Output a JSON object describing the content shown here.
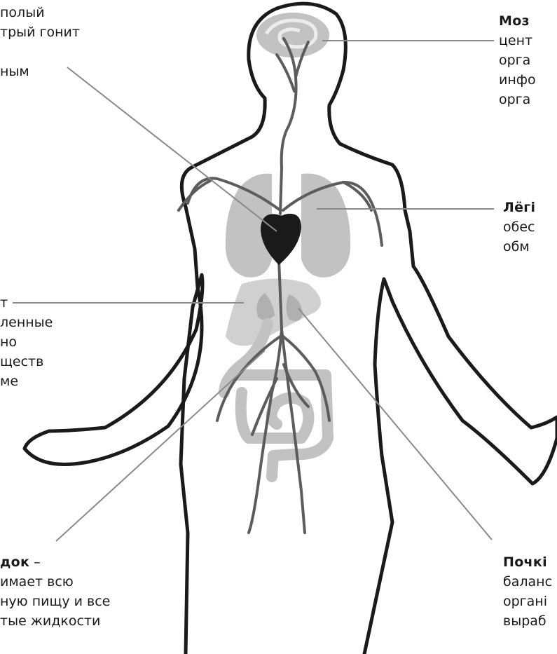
{
  "labels": {
    "heart": {
      "lines": [
        "полый",
        "трый гонит",
        "",
        "ным"
      ]
    },
    "brain": {
      "title": "Моз",
      "lines": [
        "цент",
        "орга",
        "инфо",
        "орга"
      ]
    },
    "lungs": {
      "title": "Лёгі",
      "lines": [
        "обес",
        "обм"
      ]
    },
    "liver": {
      "lines": [
        "т",
        "ленные",
        "но",
        "ществ",
        "ме"
      ]
    },
    "stomach": {
      "title": "док",
      "title_suffix": " –",
      "lines": [
        "имает всю",
        "ную пищу и все",
        "тые жидкости"
      ]
    },
    "kidneys": {
      "title": "Почкі",
      "lines": [
        "баланс",
        "органі",
        "выраб"
      ]
    }
  },
  "colors": {
    "outline": "#1a1a1a",
    "organ": "#c2c2c2",
    "vessel": "#5c5c5c",
    "heart": "#1a1a1a",
    "pointer": "#8a8a8a"
  }
}
